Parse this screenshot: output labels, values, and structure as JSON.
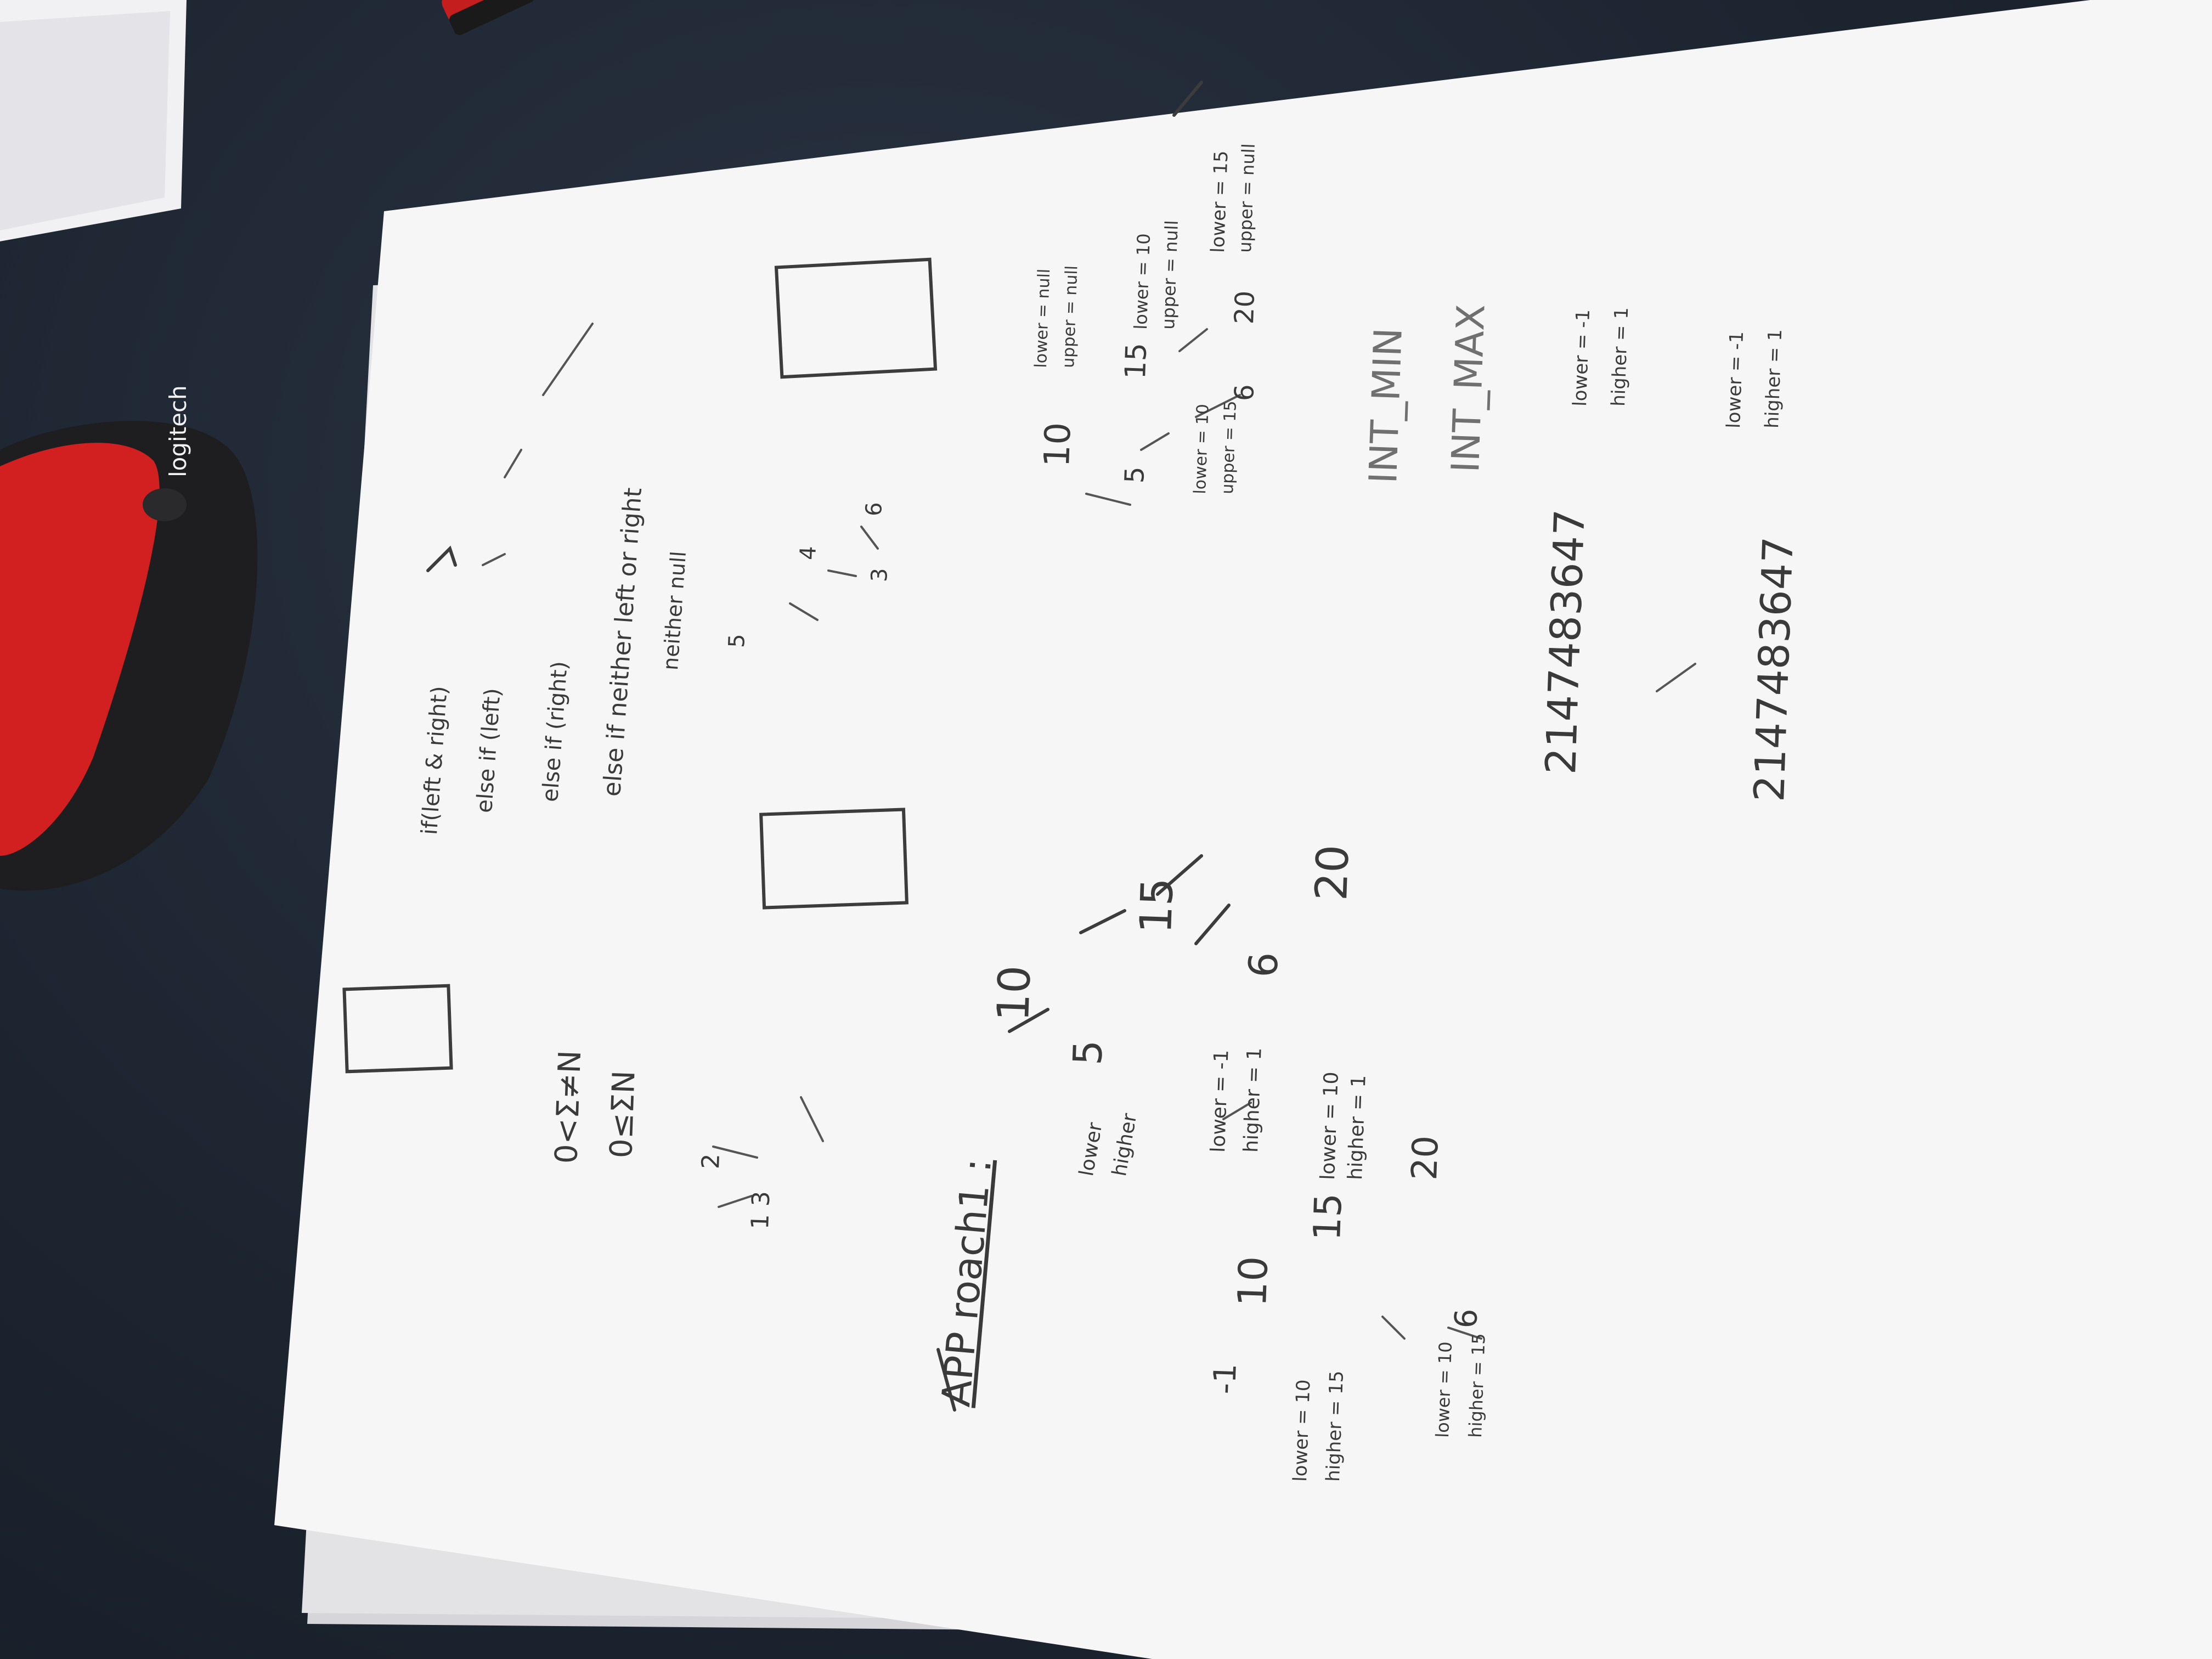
{
  "mouse": {
    "brand": "logitech"
  },
  "notes": {
    "approach": "APP roach1 :",
    "ineq1": "0<Σ≠N",
    "ineq2": "0≤ΣN",
    "cond1": "if(left & right)",
    "cond2": "else if (left)",
    "cond3": "else if (right)",
    "cond4": "else if neither left or right",
    "cond5": "neither null",
    "tree_small_top": "2",
    "tree_small_mid": "1   3",
    "tree_small_b_top": "5",
    "tree_small_b_4": "4",
    "tree_small_b_3": "3",
    "tree_small_b_6": "6",
    "main_10": "10",
    "main_5": "5",
    "main_15": "15",
    "main_6": "6",
    "main_20": "20",
    "lower_label": "lower",
    "higher_label": "higher",
    "r_lower_null": "lower = null",
    "r_upper_null": "upper = null",
    "r_10": "10",
    "r_5": "5",
    "r_15": "15",
    "r_6": "6",
    "r_20": "20",
    "r_lower10": "lower = 10",
    "r_upper_null2": "upper = null",
    "r_lower10b": "lower = 10",
    "r_upper15": "upper = 15",
    "r_lower15": "lower = 15",
    "r_upper_null3": "upper = null",
    "int_min": "INT_MIN",
    "int_max": "INT_MAX",
    "num_big1": "2147483647",
    "num_big2": "2147483647",
    "low_m1_a": "lower = -1",
    "high_1_a": "higher = 1",
    "low_m1_b": "lower = -1",
    "high_1_b": "higher = 1",
    "bl_10": "10",
    "bl_15": "15",
    "bl_6": "6",
    "bl_20": "20",
    "bl_m1": "-1",
    "bl_lower_m1": "lower = -1",
    "bl_higher_1": "higher = 1",
    "bl_lower10": "lower = 10",
    "bl_higher1": "higher = 1",
    "bl_lower10b": "lower = 10",
    "bl_higher15": "higher = 15",
    "bl_lower10c": "lower = 10",
    "bl_higher15b": "higher = 15"
  }
}
